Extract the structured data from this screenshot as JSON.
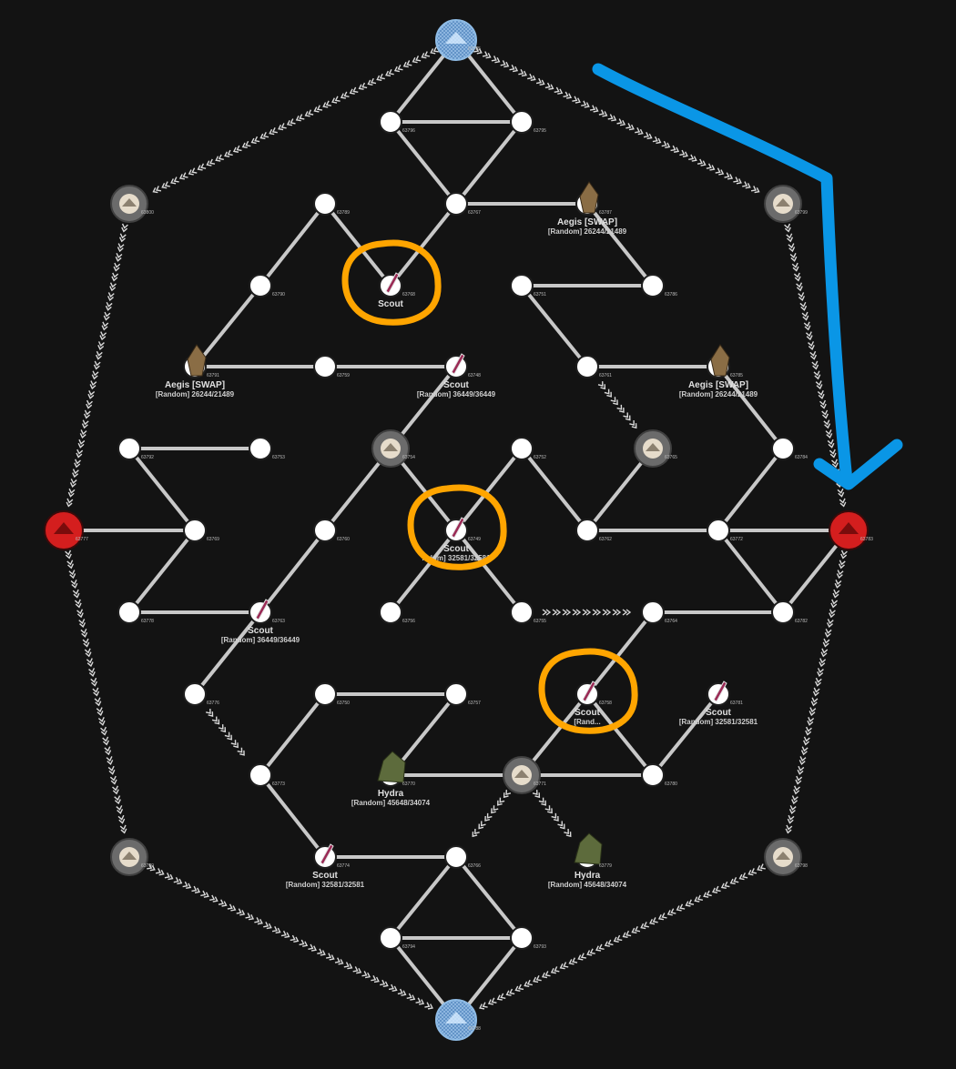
{
  "colors": {
    "background": "#131313",
    "edge": "#c8c8c8",
    "node_fill": "#ffffff",
    "node_stroke": "#1e1e1e",
    "enemy_red": "#d41e1e",
    "player_blue": "#7ab0e0",
    "neutral_grey": "#9a9a9a",
    "highlight_orange": "#ffa500",
    "annotation_blue": "#0a96e6"
  },
  "nodes": [
    {
      "id": "63785",
      "kind": "player-base"
    },
    {
      "id": "63796",
      "kind": "node"
    },
    {
      "id": "63795",
      "kind": "node"
    },
    {
      "id": "63800",
      "kind": "outpost"
    },
    {
      "id": "63799",
      "kind": "outpost"
    },
    {
      "id": "63789",
      "kind": "node"
    },
    {
      "id": "63767",
      "kind": "node"
    },
    {
      "id": "63787",
      "kind": "unit",
      "unit_icon": "aegis-icon",
      "unit_name": "Aegis [SWAP]",
      "unit_stats": "[Random] 26244/21489"
    },
    {
      "id": "63790",
      "kind": "node"
    },
    {
      "id": "63768",
      "kind": "unit",
      "unit_icon": "scout-icon",
      "unit_name": "Scout",
      "unit_stats": ""
    },
    {
      "id": "63751",
      "kind": "node"
    },
    {
      "id": "63786",
      "kind": "node"
    },
    {
      "id": "63791",
      "kind": "unit",
      "unit_icon": "aegis-icon",
      "unit_name": "Aegis [SWAP]",
      "unit_stats": "[Random] 26244/21489"
    },
    {
      "id": "63759",
      "kind": "node"
    },
    {
      "id": "63748",
      "kind": "unit",
      "unit_icon": "scout-icon",
      "unit_name": "Scout",
      "unit_stats": "[Random] 36449/36449"
    },
    {
      "id": "63761",
      "kind": "node"
    },
    {
      "id": "63785",
      "kind": "unit",
      "unit_icon": "aegis-icon",
      "unit_name": "Aegis [SWAP]",
      "unit_stats": "[Random] 26244/21489"
    },
    {
      "id": "63792",
      "kind": "node"
    },
    {
      "id": "63753",
      "kind": "node"
    },
    {
      "id": "63754",
      "kind": "outpost"
    },
    {
      "id": "63752",
      "kind": "node"
    },
    {
      "id": "63765",
      "kind": "outpost"
    },
    {
      "id": "63784",
      "kind": "node"
    },
    {
      "id": "63777",
      "kind": "enemy-base"
    },
    {
      "id": "63769",
      "kind": "node"
    },
    {
      "id": "63760",
      "kind": "node"
    },
    {
      "id": "63749",
      "kind": "unit",
      "unit_icon": "scout-icon",
      "unit_name": "Scout",
      "unit_stats": "...dom] 32581/32581"
    },
    {
      "id": "63762",
      "kind": "node"
    },
    {
      "id": "63772",
      "kind": "node"
    },
    {
      "id": "63783",
      "kind": "enemy-base"
    },
    {
      "id": "63778",
      "kind": "node"
    },
    {
      "id": "63763",
      "kind": "unit",
      "unit_icon": "scout-icon",
      "unit_name": "Scout",
      "unit_stats": "[Random] 36449/36449"
    },
    {
      "id": "63756",
      "kind": "node"
    },
    {
      "id": "63755",
      "kind": "node"
    },
    {
      "id": "63764",
      "kind": "node"
    },
    {
      "id": "63782",
      "kind": "node"
    },
    {
      "id": "63776",
      "kind": "node"
    },
    {
      "id": "63750",
      "kind": "node"
    },
    {
      "id": "63757",
      "kind": "node"
    },
    {
      "id": "63758",
      "kind": "unit",
      "unit_icon": "scout-icon",
      "unit_name": "Scout",
      "unit_stats": "[Rand..."
    },
    {
      "id": "63781",
      "kind": "unit",
      "unit_icon": "scout-icon",
      "unit_name": "Scout",
      "unit_stats": "[Random] 32581/32581"
    },
    {
      "id": "63773",
      "kind": "node"
    },
    {
      "id": "63770",
      "kind": "unit",
      "unit_icon": "hydra-icon",
      "unit_name": "Hydra",
      "unit_stats": "[Random] 45648/34074"
    },
    {
      "id": "63771",
      "kind": "outpost"
    },
    {
      "id": "63780",
      "kind": "node"
    },
    {
      "id": "63780",
      "kind": "outpost"
    },
    {
      "id": "63774",
      "kind": "unit",
      "unit_icon": "scout-icon",
      "unit_name": "Scout",
      "unit_stats": "[Random] 32581/32581"
    },
    {
      "id": "63766",
      "kind": "node"
    },
    {
      "id": "63779",
      "kind": "unit",
      "unit_icon": "hydra-icon",
      "unit_name": "Hydra",
      "unit_stats": "[Random] 45648/34074"
    },
    {
      "id": "63798",
      "kind": "outpost"
    },
    {
      "id": "63794",
      "kind": "node"
    },
    {
      "id": "63793",
      "kind": "node"
    },
    {
      "id": "63788",
      "kind": "player-base"
    }
  ],
  "highlights": [
    "63768",
    "63749",
    "63758"
  ],
  "annotation": {
    "kind": "arrow",
    "target": "63783"
  }
}
